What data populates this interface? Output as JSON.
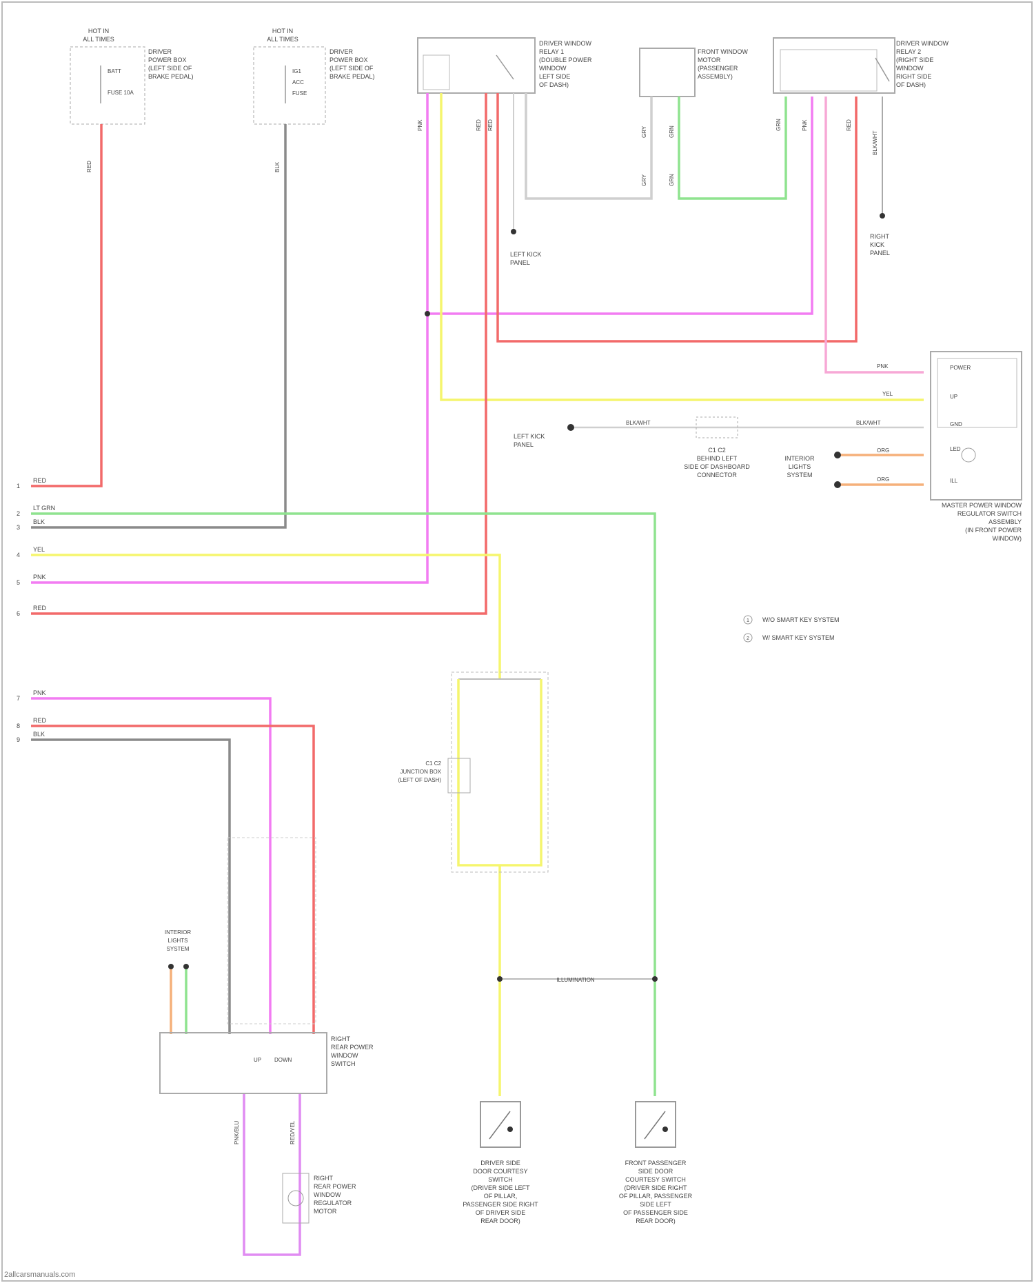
{
  "diagram": {
    "fuse_left": {
      "lines": [
        "HOT IN",
        "ALL TIMES"
      ],
      "label_lines": [
        "DRIVER",
        "POWER BOX",
        "(LEFT SIDE OF",
        "BRAKE PEDAL)"
      ],
      "pins": [
        "BATT",
        "FUSE 10A"
      ],
      "wire": "RED"
    },
    "fuse_mid": {
      "lines": [
        "HOT IN",
        "ALL TIMES"
      ],
      "label_lines": [
        "DRIVER",
        "POWER BOX",
        "(LEFT SIDE OF",
        "BRAKE PEDAL)"
      ],
      "pins": [
        "IG1",
        "ACC",
        "FUSE"
      ],
      "wire": "BLK"
    },
    "relay_left": {
      "label_lines": [
        "DRIVER WINDOW",
        "RELAY 1",
        "(DOUBLE POWER",
        "WINDOW",
        "LEFT SIDE",
        "OF DASH)"
      ],
      "wires": [
        "PNK",
        "RED",
        "RED"
      ]
    },
    "motor_mid": {
      "label_lines": [
        "FRONT WINDOW",
        "MOTOR",
        "(PASSENGER",
        "ASSEMBLY)"
      ],
      "wires": [
        "GRY",
        "GRN",
        "GRY",
        "GRN"
      ]
    },
    "relay_right": {
      "label_lines": [
        "DRIVER WINDOW",
        "RELAY 2",
        "(RIGHT SIDE",
        "WINDOW",
        "RIGHT SIDE",
        "OF DASH)"
      ],
      "wires": [
        "GRN",
        "PNK",
        "RED",
        "BLK/WHT"
      ]
    },
    "ground_left": {
      "lines": [
        "LEFT KICK",
        "PANEL"
      ]
    },
    "ground_right": {
      "lines": [
        "RIGHT",
        "KICK",
        "PANEL"
      ]
    },
    "ground_mid": {
      "lines": [
        "LEFT KICK",
        "PANEL"
      ]
    },
    "main_switch": {
      "label_lines": [
        "MASTER POWER WINDOW",
        "REGULATOR SWITCH",
        "ASSEMBLY",
        "(IN FRONT POWER",
        "WINDOW)"
      ],
      "pins": [
        "POWER",
        "UP",
        "GND",
        "LED",
        "ILL"
      ],
      "wires": [
        "PNK",
        "YEL",
        "BLK/WHT",
        "BLK/WHT",
        "ORG",
        "ORG"
      ]
    },
    "connector_mid": {
      "lines": [
        "C1 C2",
        "BEHIND LEFT",
        "SIDE OF DASHBOARD",
        "CONNECTOR"
      ]
    },
    "illumination": {
      "lines": [
        "INTERIOR",
        "LIGHTS",
        "SYSTEM"
      ]
    },
    "left_bus": [
      {
        "pin": "1",
        "wire": "RED"
      },
      {
        "pin": "2",
        "wire": "LT GRN"
      },
      {
        "pin": "3",
        "wire": "BLK"
      },
      {
        "pin": "4",
        "wire": "YEL"
      },
      {
        "pin": "5",
        "wire": "PNK"
      },
      {
        "pin": "6",
        "wire": "RED"
      }
    ],
    "left_bus2": [
      {
        "pin": "7",
        "wire": "PNK"
      },
      {
        "pin": "8",
        "wire": "RED"
      },
      {
        "pin": "9",
        "wire": "BLK"
      }
    ],
    "legend": [
      {
        "mark": "1",
        "text": "W/O SMART KEY SYSTEM"
      },
      {
        "mark": "2",
        "text": "W/ SMART KEY SYSTEM"
      }
    ],
    "mid_block": {
      "lines": [
        "C1 C2",
        "JUNCTION BOX",
        "(LEFT OF DASH)"
      ]
    },
    "bottom_lights": {
      "lines": [
        "INTERIOR",
        "LIGHTS",
        "SYSTEM"
      ]
    },
    "rear_switch": {
      "label_lines": [
        "RIGHT",
        "REAR POWER",
        "WINDOW",
        "SWITCH"
      ],
      "pins": [
        "UP",
        "DOWN"
      ],
      "wires": [
        "PNK/BLU",
        "RED/YEL"
      ]
    },
    "rear_motor": {
      "label_lines": [
        "RIGHT",
        "REAR POWER",
        "WINDOW",
        "REGULATOR",
        "MOTOR"
      ]
    },
    "door_switch_left": {
      "label_lines": [
        "DRIVER SIDE",
        "DOOR COURTESY",
        "SWITCH",
        "(DRIVER SIDE LEFT",
        "OF PILLAR,",
        "PASSENGER SIDE RIGHT",
        "OF DRIVER SIDE",
        "REAR DOOR)"
      ]
    },
    "door_switch_right": {
      "label_lines": [
        "FRONT PASSENGER",
        "SIDE DOOR",
        "COURTESY SWITCH",
        "(DRIVER SIDE RIGHT",
        "OF PILLAR, PASSENGER",
        "SIDE LEFT",
        "OF PASSENGER SIDE",
        "REAR DOOR)"
      ]
    },
    "junction_label": "ILLUMINATION",
    "footer": "2allcarsmanuals.com"
  },
  "colors": {
    "red": "#f26a6a",
    "pink": "#f27cf2",
    "yellow": "#f5f56e",
    "green": "#8fe38f",
    "black": "#8a8a8a",
    "gray": "#cfcfcf",
    "orange": "#f5b07a"
  }
}
